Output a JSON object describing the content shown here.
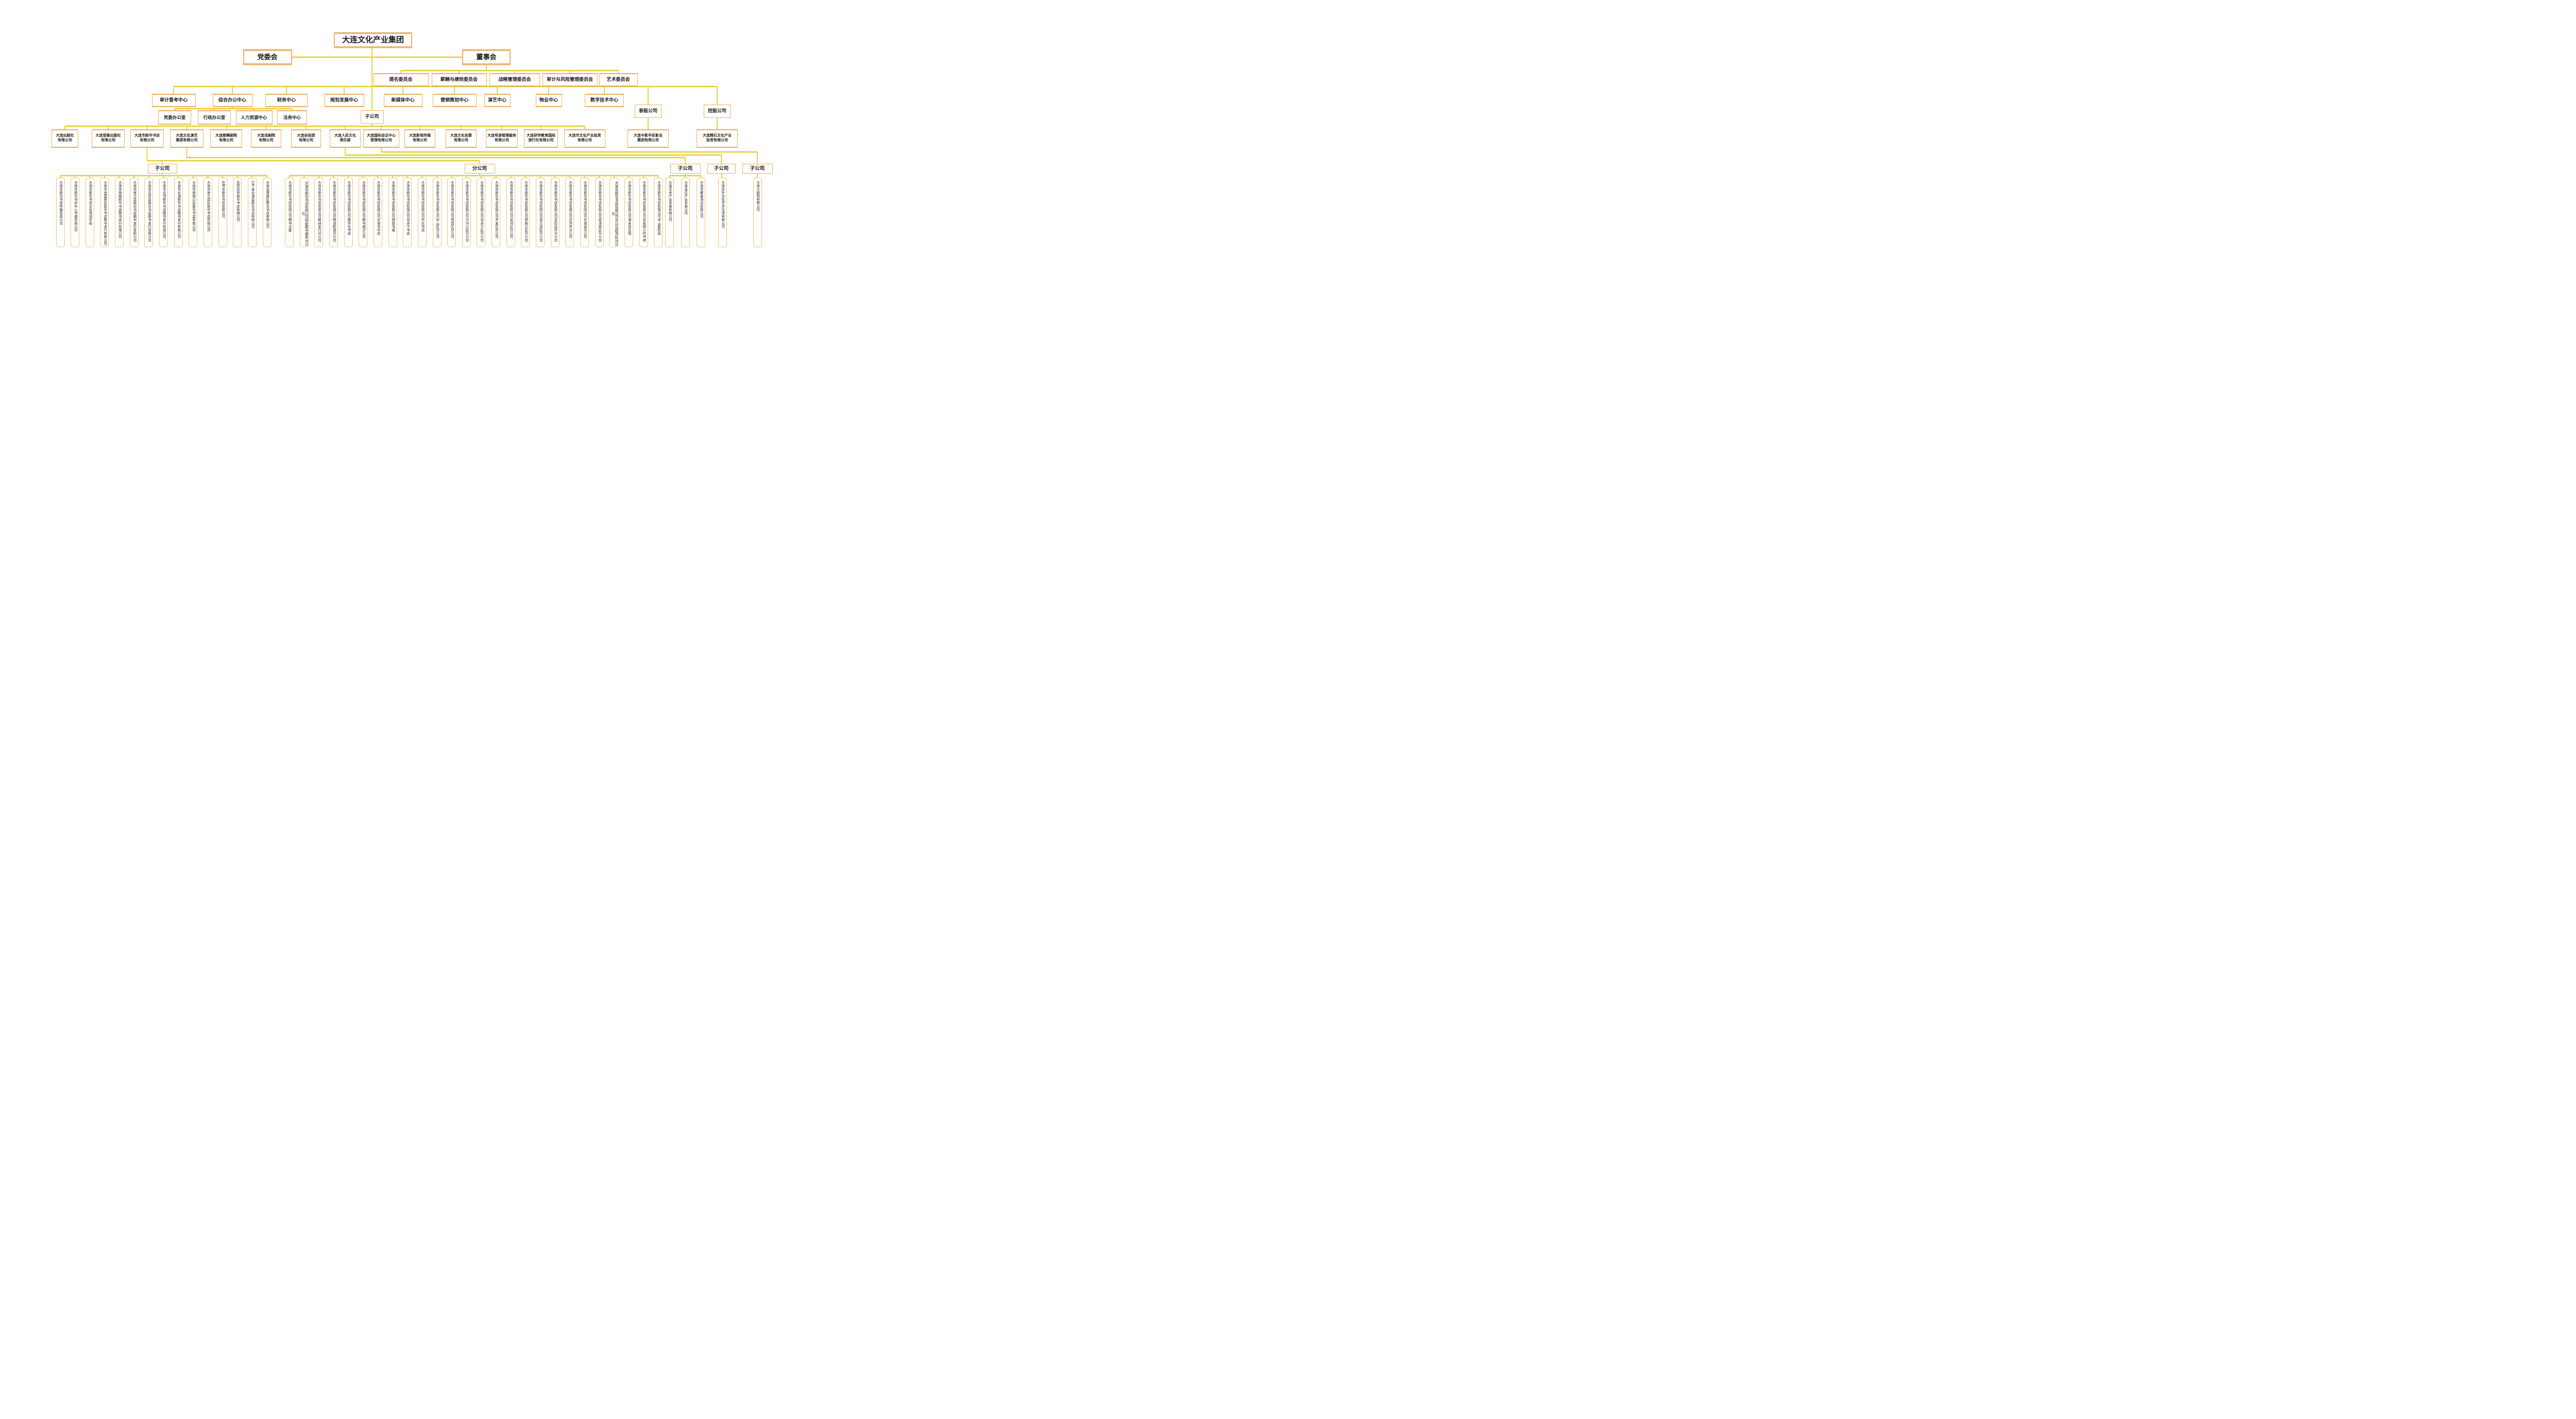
{
  "org": {
    "root": "大连文化产业集团",
    "party_committee": "党委会",
    "board": "董事会",
    "committees": [
      "提名委员会",
      "薪酬与绩效委员会",
      "战略管理委员会",
      "审计与风险管理委员会",
      "艺术委员会"
    ],
    "centers": [
      "审计督考中心",
      "综合办公中心",
      "财务中心",
      "规划发展中心",
      "新媒体中心",
      "营销策划中心",
      "演艺中心",
      "物业中心",
      "数字技术中心"
    ],
    "offices": [
      "党委办公室",
      "行政办公室",
      "人力资源中心",
      "法务中心"
    ],
    "subsidiary_header": "子公司",
    "holding_headers": [
      "参股公司",
      "控股公司"
    ],
    "subsidiaries": [
      [
        "大连出版社",
        "有限公司"
      ],
      [
        "大连音像出版社",
        "有限公司"
      ],
      [
        "大连市新华书店",
        "有限公司"
      ],
      [
        "大连文化演艺",
        "集团有限公司"
      ],
      [
        "大连歌舞剧院",
        "有限公司"
      ],
      [
        "大连话剧院",
        "有限公司"
      ],
      [
        "大连杂技团",
        "有限公司"
      ],
      [
        "大连人民文化",
        "俱乐部"
      ],
      [
        "大连国际会议中心",
        "管理有限公司"
      ],
      [
        "大连影视传媒",
        "有限公司"
      ],
      [
        "大连文化创意",
        "有限公司"
      ],
      [
        "大连导游管理服务",
        "有限公司"
      ],
      [
        "大连研学教育国际",
        "旅行社有限公司"
      ],
      [
        "大连市文化产业投资",
        "有限公司"
      ],
      [
        "大连中影华臣影业",
        "集团有限公司"
      ],
      [
        "大连精石文化产业",
        "投资有限公司"
      ]
    ],
    "groups": [
      {
        "label": "子公司",
        "parent": "大连市新华书店有限公司",
        "members": [
          "大连市新华书店传媒有限公司",
          "大连市新华书店中心书城有限公司",
          "大连市新华书店文化培训学校",
          "大连市金普新区新华书店图书发行有限公司",
          "大连市旅顺新华书店图书发行有限公司",
          "大连市普兰店新华书店图书发行有限公司",
          "大连市瓦房店新华书店图书发行有限公司",
          "大连市庄河新华书店图书发行有限公司",
          "大连市长海新华书店图书发行有限公司",
          "大连市旅顺口区新华书店有限公司",
          "大连市普兰店区新华书店有限公司",
          "庄河市新华书店有限公司",
          "瓦房店市新华书店有限公司",
          "辽宁省长海县新华书店有限公司",
          "大连金普新区新华书店有限公司"
        ]
      },
      {
        "label": "分公司",
        "parent": "大连市新华书店有限公司",
        "members": [
          "大连市新华书店有限公司图书大厦",
          "大连市新华书店有限公司馆配图书服务分公司",
          "大连市新华书店有限公司教材发行分公司",
          "大连市新华书店有限公司物流配送分公司",
          "大连市新华书店有限公司数字化书店",
          "大连市新华书店有限公司图书城分公司",
          "大连市新华书店有限公司文海书市店",
          "大连市新华书店有限公司西部书城",
          "大连市新华书店有限公司甘井子书店",
          "大连市新华书店有限公司外文书店",
          "大连市新华书店有限公司中山区分公司",
          "大连市新华书店有限公司西岗区分公司",
          "大连市新华书店有限公司沙河口区分公司",
          "大连市新华书店有限公司甘井子区分公司",
          "大连市新华书店有限公司开发区分公司",
          "大连市新华书店有限公司金州区分公司",
          "大连市新华书店有限公司旅顺口区分公司",
          "大连市新华书店有限公司普兰店区分公司",
          "大连市新华书店有限公司瓦房店市分公司",
          "大连市新华书店有限公司庄河市分公司",
          "大连市新华书店有限公司长海县分公司",
          "大连市新华书店有限公司普湾新区分公司",
          "大连市新华书店有限公司长兴岛经济区分公司",
          "大连市新华书店有限公司课本供应部",
          "大连市新华书店有限公司贰拾肆小时书吧",
          "大连市新华书店有限公司中山医院店"
        ]
      },
      {
        "label": "子公司",
        "parent": "大连文化演艺集团有限公司",
        "members": [
          "大连艺术产业发展有限公司",
          "大连音乐产业有限公司",
          "大连市繁星演出有限公司"
        ]
      },
      {
        "label": "子公司",
        "parent": "大连人民文化俱乐部",
        "members": [
          "大连对外文化艺术交流有限公司"
        ]
      },
      {
        "label": "子公司",
        "parent": "大连国际会议中心管理有限公司",
        "members": [
          "大连大剧院有限公司"
        ]
      }
    ],
    "structure": {
      "committees_parent": "董事会",
      "offices_parent": "综合办公中心",
      "holding_children": [
        "大连中影华臣影业集团有限公司",
        "大连精石文化产业投资有限公司"
      ]
    },
    "colors": {
      "line": "#e3cf2d",
      "box_border": "#f0b057",
      "vbox_border": "#f2c377",
      "background": "#ffffff",
      "text": "#1a1a1a"
    }
  }
}
